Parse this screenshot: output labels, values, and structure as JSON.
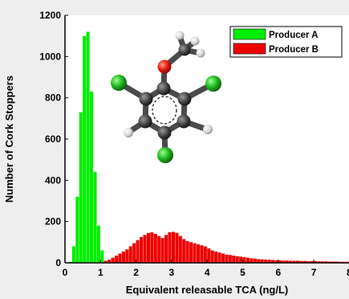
{
  "chart_data": {
    "type": "bar",
    "title": "",
    "xlabel": "Equivalent releasable TCA (ng/L)",
    "ylabel": "Number of Cork Stoppers",
    "xlim": [
      0,
      8
    ],
    "ylim": [
      0,
      1200
    ],
    "xticks": [
      "0",
      "1",
      "2",
      "3",
      "4",
      "5",
      "6",
      "7",
      "8"
    ],
    "yticks": [
      "0",
      "200",
      "400",
      "600",
      "800",
      "1000",
      "1200"
    ],
    "grid": false,
    "legend_position": "top-right",
    "colors": {
      "Producer A": "#00ee00",
      "Producer B": "#ee0000"
    },
    "bin_width": 0.1,
    "series": [
      {
        "name": "Producer A",
        "x": [
          0.15,
          0.25,
          0.35,
          0.45,
          0.55,
          0.65,
          0.75,
          0.85,
          0.95,
          1.05
        ],
        "values": [
          5,
          80,
          320,
          730,
          1100,
          1120,
          830,
          440,
          180,
          60
        ]
      },
      {
        "name": "Producer B",
        "x": [
          1.05,
          1.15,
          1.25,
          1.35,
          1.45,
          1.55,
          1.65,
          1.75,
          1.85,
          1.95,
          2.05,
          2.15,
          2.25,
          2.35,
          2.45,
          2.55,
          2.65,
          2.75,
          2.85,
          2.95,
          3.05,
          3.15,
          3.25,
          3.35,
          3.45,
          3.55,
          3.65,
          3.75,
          3.85,
          3.95,
          4.05,
          4.15,
          4.25,
          4.35,
          4.45,
          4.55,
          4.65,
          4.75,
          4.85,
          4.95,
          5.05,
          5.15,
          5.25,
          5.35,
          5.45,
          5.55,
          5.65,
          5.75,
          5.85,
          5.95,
          6.05,
          6.15,
          6.25,
          6.35,
          6.45,
          6.55,
          6.65,
          6.75,
          6.85,
          6.95,
          7.05,
          7.15,
          7.25,
          7.35,
          7.45,
          7.55,
          7.65,
          7.75,
          7.85,
          7.95
        ],
        "values": [
          5,
          10,
          15,
          25,
          35,
          45,
          55,
          65,
          80,
          95,
          110,
          125,
          135,
          145,
          148,
          140,
          130,
          120,
          135,
          148,
          150,
          145,
          130,
          115,
          105,
          100,
          95,
          90,
          85,
          80,
          70,
          60,
          55,
          50,
          45,
          40,
          38,
          35,
          32,
          30,
          28,
          25,
          22,
          20,
          18,
          17,
          16,
          15,
          14,
          13,
          12,
          11,
          11,
          10,
          10,
          10,
          9,
          9,
          8,
          8,
          8,
          7,
          7,
          7,
          6,
          6,
          6,
          5,
          5,
          5
        ]
      }
    ]
  },
  "molecule": {
    "name": "2,4,6-trichloroanisole"
  }
}
